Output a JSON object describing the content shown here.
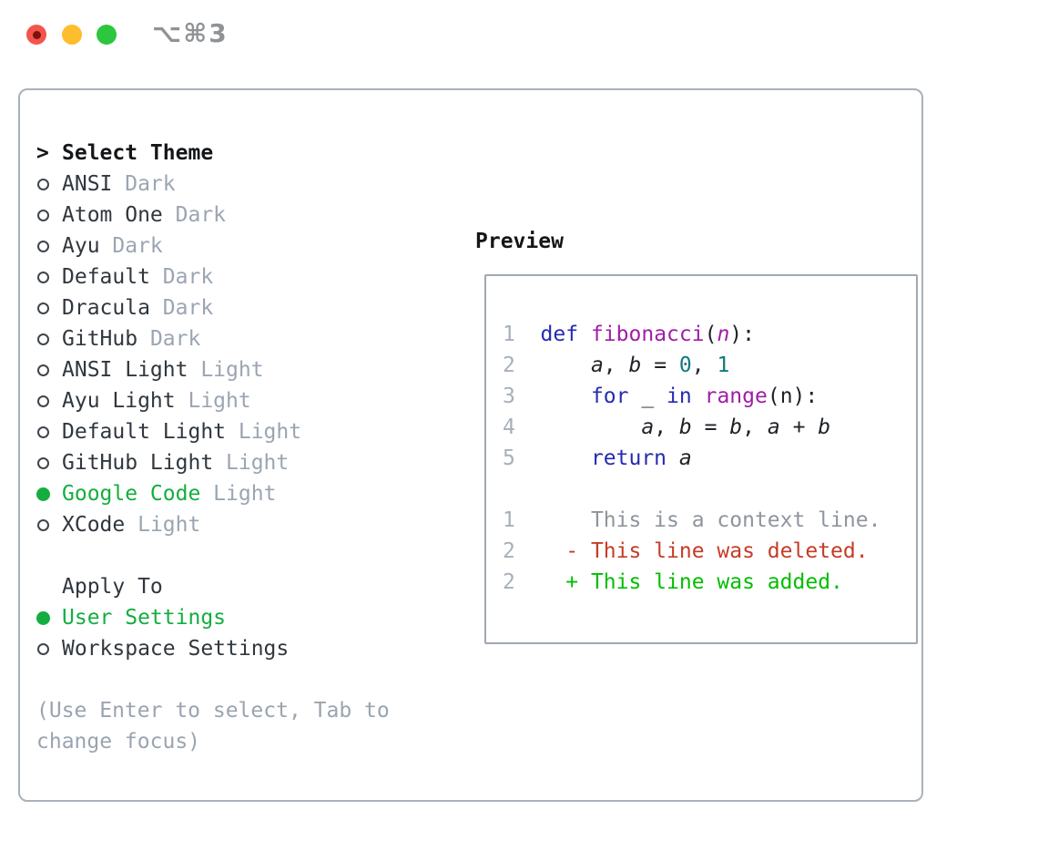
{
  "window": {
    "title": "⌥⌘3",
    "traffic_lights": [
      "close",
      "minimize",
      "zoom"
    ]
  },
  "theme_panel": {
    "header": {
      "marker": ">",
      "label": "Select Theme"
    },
    "themes": [
      {
        "name": "ANSI",
        "variant": "Dark",
        "selected": false
      },
      {
        "name": "Atom One",
        "variant": "Dark",
        "selected": false
      },
      {
        "name": "Ayu",
        "variant": "Dark",
        "selected": false
      },
      {
        "name": "Default",
        "variant": "Dark",
        "selected": false
      },
      {
        "name": "Dracula",
        "variant": "Dark",
        "selected": false
      },
      {
        "name": "GitHub",
        "variant": "Dark",
        "selected": false
      },
      {
        "name": "ANSI Light",
        "variant": "Light",
        "selected": false
      },
      {
        "name": "Ayu Light",
        "variant": "Light",
        "selected": false
      },
      {
        "name": "Default Light",
        "variant": "Light",
        "selected": false
      },
      {
        "name": "GitHub Light",
        "variant": "Light",
        "selected": false
      },
      {
        "name": "Google Code",
        "variant": "Light",
        "selected": true
      },
      {
        "name": "XCode",
        "variant": "Light",
        "selected": false
      }
    ],
    "apply_to": {
      "label": "Apply To",
      "options": [
        {
          "name": "User Settings",
          "selected": true
        },
        {
          "name": "Workspace Settings",
          "selected": false
        }
      ]
    },
    "hint_lines": [
      "(Use Enter to select, Tab to",
      "change focus)"
    ]
  },
  "preview": {
    "label": "Preview",
    "lines": [
      {
        "spans": [
          {
            "t": "1  ",
            "c": "ln"
          },
          {
            "t": "def",
            "c": "kw"
          },
          {
            "t": " ",
            "c": "pln"
          },
          {
            "t": "fibonacci",
            "c": "fn"
          },
          {
            "t": "(",
            "c": "pln"
          },
          {
            "t": "n",
            "c": "parm"
          },
          {
            "t": "):",
            "c": "pln"
          }
        ]
      },
      {
        "spans": [
          {
            "t": "2  ",
            "c": "ln"
          },
          {
            "t": "    ",
            "c": "pln"
          },
          {
            "t": "a",
            "c": "var"
          },
          {
            "t": ", ",
            "c": "pln"
          },
          {
            "t": "b",
            "c": "var"
          },
          {
            "t": " = ",
            "c": "pln"
          },
          {
            "t": "0",
            "c": "num"
          },
          {
            "t": ", ",
            "c": "pln"
          },
          {
            "t": "1",
            "c": "num"
          }
        ]
      },
      {
        "spans": [
          {
            "t": "3  ",
            "c": "ln"
          },
          {
            "t": "    ",
            "c": "pln"
          },
          {
            "t": "for",
            "c": "kw"
          },
          {
            "t": " _ ",
            "c": "pln"
          },
          {
            "t": "in",
            "c": "kw"
          },
          {
            "t": " ",
            "c": "pln"
          },
          {
            "t": "range",
            "c": "fn"
          },
          {
            "t": "(n):",
            "c": "pln"
          }
        ]
      },
      {
        "spans": [
          {
            "t": "4  ",
            "c": "ln"
          },
          {
            "t": "        ",
            "c": "pln"
          },
          {
            "t": "a",
            "c": "var"
          },
          {
            "t": ", ",
            "c": "pln"
          },
          {
            "t": "b",
            "c": "var"
          },
          {
            "t": " = ",
            "c": "pln"
          },
          {
            "t": "b",
            "c": "var"
          },
          {
            "t": ", ",
            "c": "pln"
          },
          {
            "t": "a",
            "c": "var"
          },
          {
            "t": " + ",
            "c": "pln"
          },
          {
            "t": "b",
            "c": "var"
          }
        ]
      },
      {
        "spans": [
          {
            "t": "5  ",
            "c": "ln"
          },
          {
            "t": "    ",
            "c": "pln"
          },
          {
            "t": "return",
            "c": "kw"
          },
          {
            "t": " ",
            "c": "pln"
          },
          {
            "t": "a",
            "c": "var"
          }
        ]
      },
      {
        "spans": []
      },
      {
        "spans": [
          {
            "t": "1  ",
            "c": "ln"
          },
          {
            "t": "    ",
            "c": "pln"
          },
          {
            "t": "This is a context line.",
            "c": "ctx"
          }
        ]
      },
      {
        "spans": [
          {
            "t": "2  ",
            "c": "ln"
          },
          {
            "t": "  ",
            "c": "pln"
          },
          {
            "t": "- This line was deleted.",
            "c": "del"
          }
        ]
      },
      {
        "spans": [
          {
            "t": "2  ",
            "c": "ln"
          },
          {
            "t": "  ",
            "c": "pln"
          },
          {
            "t": "+ This line was added.",
            "c": "add"
          }
        ]
      }
    ]
  },
  "colors": {
    "selection_green": "#13ae3f",
    "diff_added_green": "#02be02",
    "diff_deleted_red": "#c63b26",
    "keyword_blue": "#262ab0",
    "function_purple": "#a01ea5",
    "number_teal": "#0d7a7d",
    "muted_gray": "#9ba5b2",
    "panel_border": "#a9b1bb",
    "traffic_red": "#f4544d",
    "traffic_yellow": "#fcbd2e",
    "traffic_green": "#2dc63f"
  }
}
